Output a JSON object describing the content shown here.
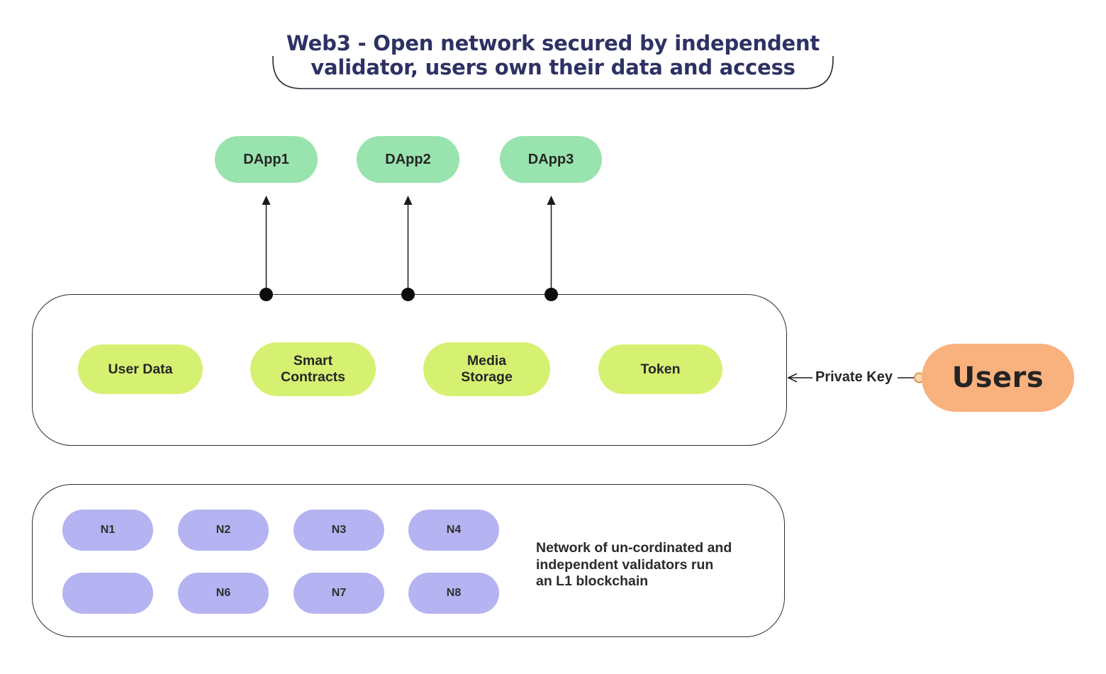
{
  "title": {
    "line1": "Web3 - Open network secured by independent",
    "line2": "validator, users own their data and access"
  },
  "dapps": [
    {
      "label": "DApp1"
    },
    {
      "label": "DApp2"
    },
    {
      "label": "DApp3"
    }
  ],
  "platform": {
    "pills": [
      {
        "line1": "User Data",
        "line2": ""
      },
      {
        "line1": "Smart",
        "line2": "Contracts"
      },
      {
        "line1": "Media",
        "line2": "Storage"
      },
      {
        "line1": "Token",
        "line2": ""
      }
    ]
  },
  "private_key": {
    "label": "Private Key"
  },
  "users": {
    "label": "Users"
  },
  "validators": {
    "nodes": [
      "N1",
      "N2",
      "N3",
      "N4",
      "",
      "N6",
      "N7",
      "N8"
    ],
    "description": {
      "line1": "Network of un-cordinated and",
      "line2": "independent validators run",
      "line3": "an L1 blockchain"
    }
  },
  "colors": {
    "title_text": "#2e3163",
    "dapp_pill": "#99e3ae",
    "platform_pill": "#d6f172",
    "validator_pill": "#b5b3f1",
    "users_pill": "#f9b17e",
    "connector": "#1a1a1a",
    "connector_circle_fill": "#fcd9b0",
    "connector_circle_stroke": "#dd9a57",
    "container_border": "#2e2e2e",
    "text_dark": "#262626"
  }
}
